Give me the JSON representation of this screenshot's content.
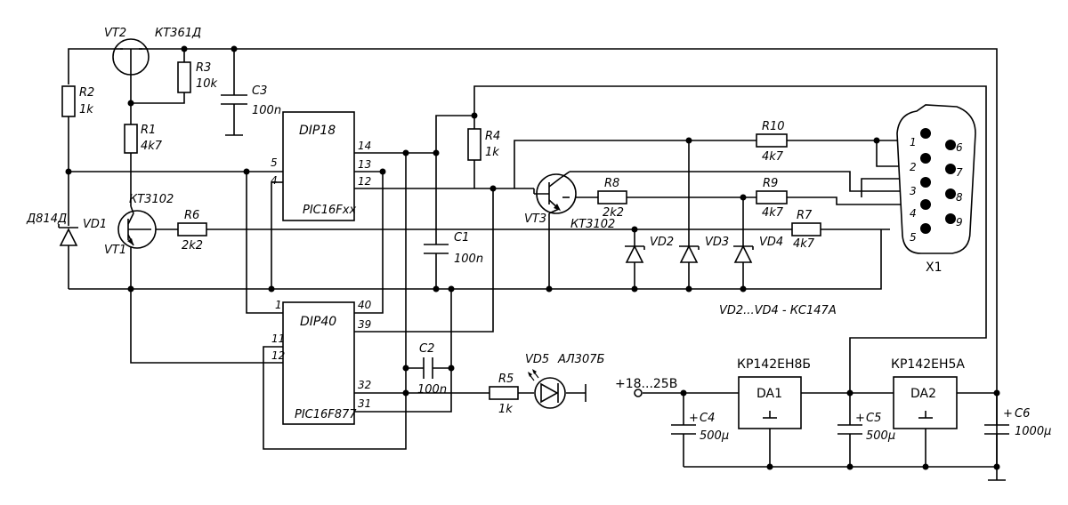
{
  "components": {
    "vt2": {
      "ref": "VT2",
      "part": "КТ361Д"
    },
    "r3": {
      "ref": "R3",
      "value": "10k"
    },
    "c3": {
      "ref": "C3",
      "value": "100n"
    },
    "r2": {
      "ref": "R2",
      "value": "1k"
    },
    "r1": {
      "ref": "R1",
      "value": "4k7"
    },
    "vd1": {
      "ref": "VD1",
      "part": "Д814Д"
    },
    "vt1": {
      "ref": "VT1",
      "part": "КТ3102"
    },
    "r6": {
      "ref": "R6",
      "value": "2k2"
    },
    "r4": {
      "ref": "R4",
      "value": "1k"
    },
    "c1": {
      "ref": "C1",
      "value": "100n"
    },
    "vt3": {
      "ref": "VT3",
      "part": "КТ3102"
    },
    "r8": {
      "ref": "R8",
      "value": "2k2"
    },
    "r9": {
      "ref": "R9",
      "value": "4k7"
    },
    "r10": {
      "ref": "R10",
      "value": "4k7"
    },
    "r7": {
      "ref": "R7",
      "value": "4k7"
    },
    "vd2": {
      "ref": "VD2"
    },
    "vd3": {
      "ref": "VD3"
    },
    "vd4": {
      "ref": "VD4"
    },
    "vd_note": "VD2...VD4 -  КС147А",
    "x1": {
      "ref": "X1",
      "pins": [
        "1",
        "2",
        "3",
        "4",
        "5",
        "6",
        "7",
        "8",
        "9"
      ]
    },
    "c2": {
      "ref": "C2",
      "value": "100n"
    },
    "r5": {
      "ref": "R5",
      "value": "1k"
    },
    "vd5": {
      "ref": "VD5",
      "part": "АЛ307Б"
    },
    "power_in": "+18...25В",
    "c4": {
      "ref": "C4",
      "value": "500µ",
      "polarity": "+"
    },
    "da1": {
      "ref": "DA1",
      "part": "КР142ЕН8Б"
    },
    "c5": {
      "ref": "C5",
      "value": "500µ",
      "polarity": "+"
    },
    "da2": {
      "ref": "DA2",
      "part": "КР142ЕН5А"
    },
    "c6": {
      "ref": "C6",
      "value": "1000µ",
      "polarity": "+"
    }
  },
  "dip18": {
    "title": "DIP18",
    "subtitle": "PIC16Fxx",
    "pins": {
      "p5": "5",
      "p4": "4",
      "p14": "14",
      "p13": "13",
      "p12": "12"
    }
  },
  "dip40": {
    "title": "DIP40",
    "subtitle": "PIC16F877",
    "pins": {
      "p1": "1",
      "p11": "11",
      "p12": "12",
      "p40": "40",
      "p39": "39",
      "p32": "32",
      "p31": "31"
    }
  }
}
